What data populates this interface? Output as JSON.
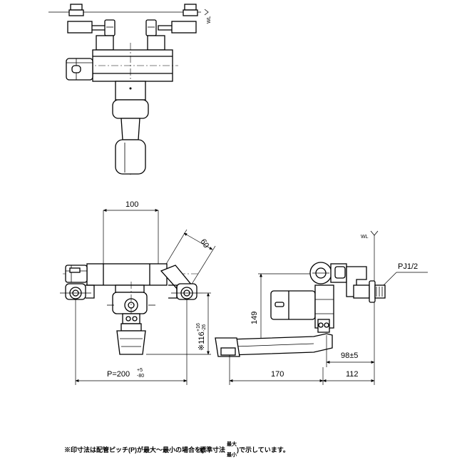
{
  "labels": {
    "wl": "WL",
    "dim_100": "100",
    "dim_60": "60",
    "dim_116": "116",
    "dim_116_tol_upper": "+16",
    "dim_116_tol_lower": "-26",
    "dim_116_prefix": "※",
    "dim_p": "P=200",
    "dim_p_tol_upper": "+5",
    "dim_p_tol_lower": "-80",
    "dim_149": "149",
    "dim_98": "98±5",
    "dim_170": "170",
    "dim_112": "112",
    "pipe_thread": "PJ1/2"
  },
  "note": {
    "before": "※印寸法は配管ピッチ(P)が最大～最小の場合を(",
    "middle": "標準寸法",
    "upper": "最大",
    "lower": "最小",
    "after": ")で示しています。"
  }
}
